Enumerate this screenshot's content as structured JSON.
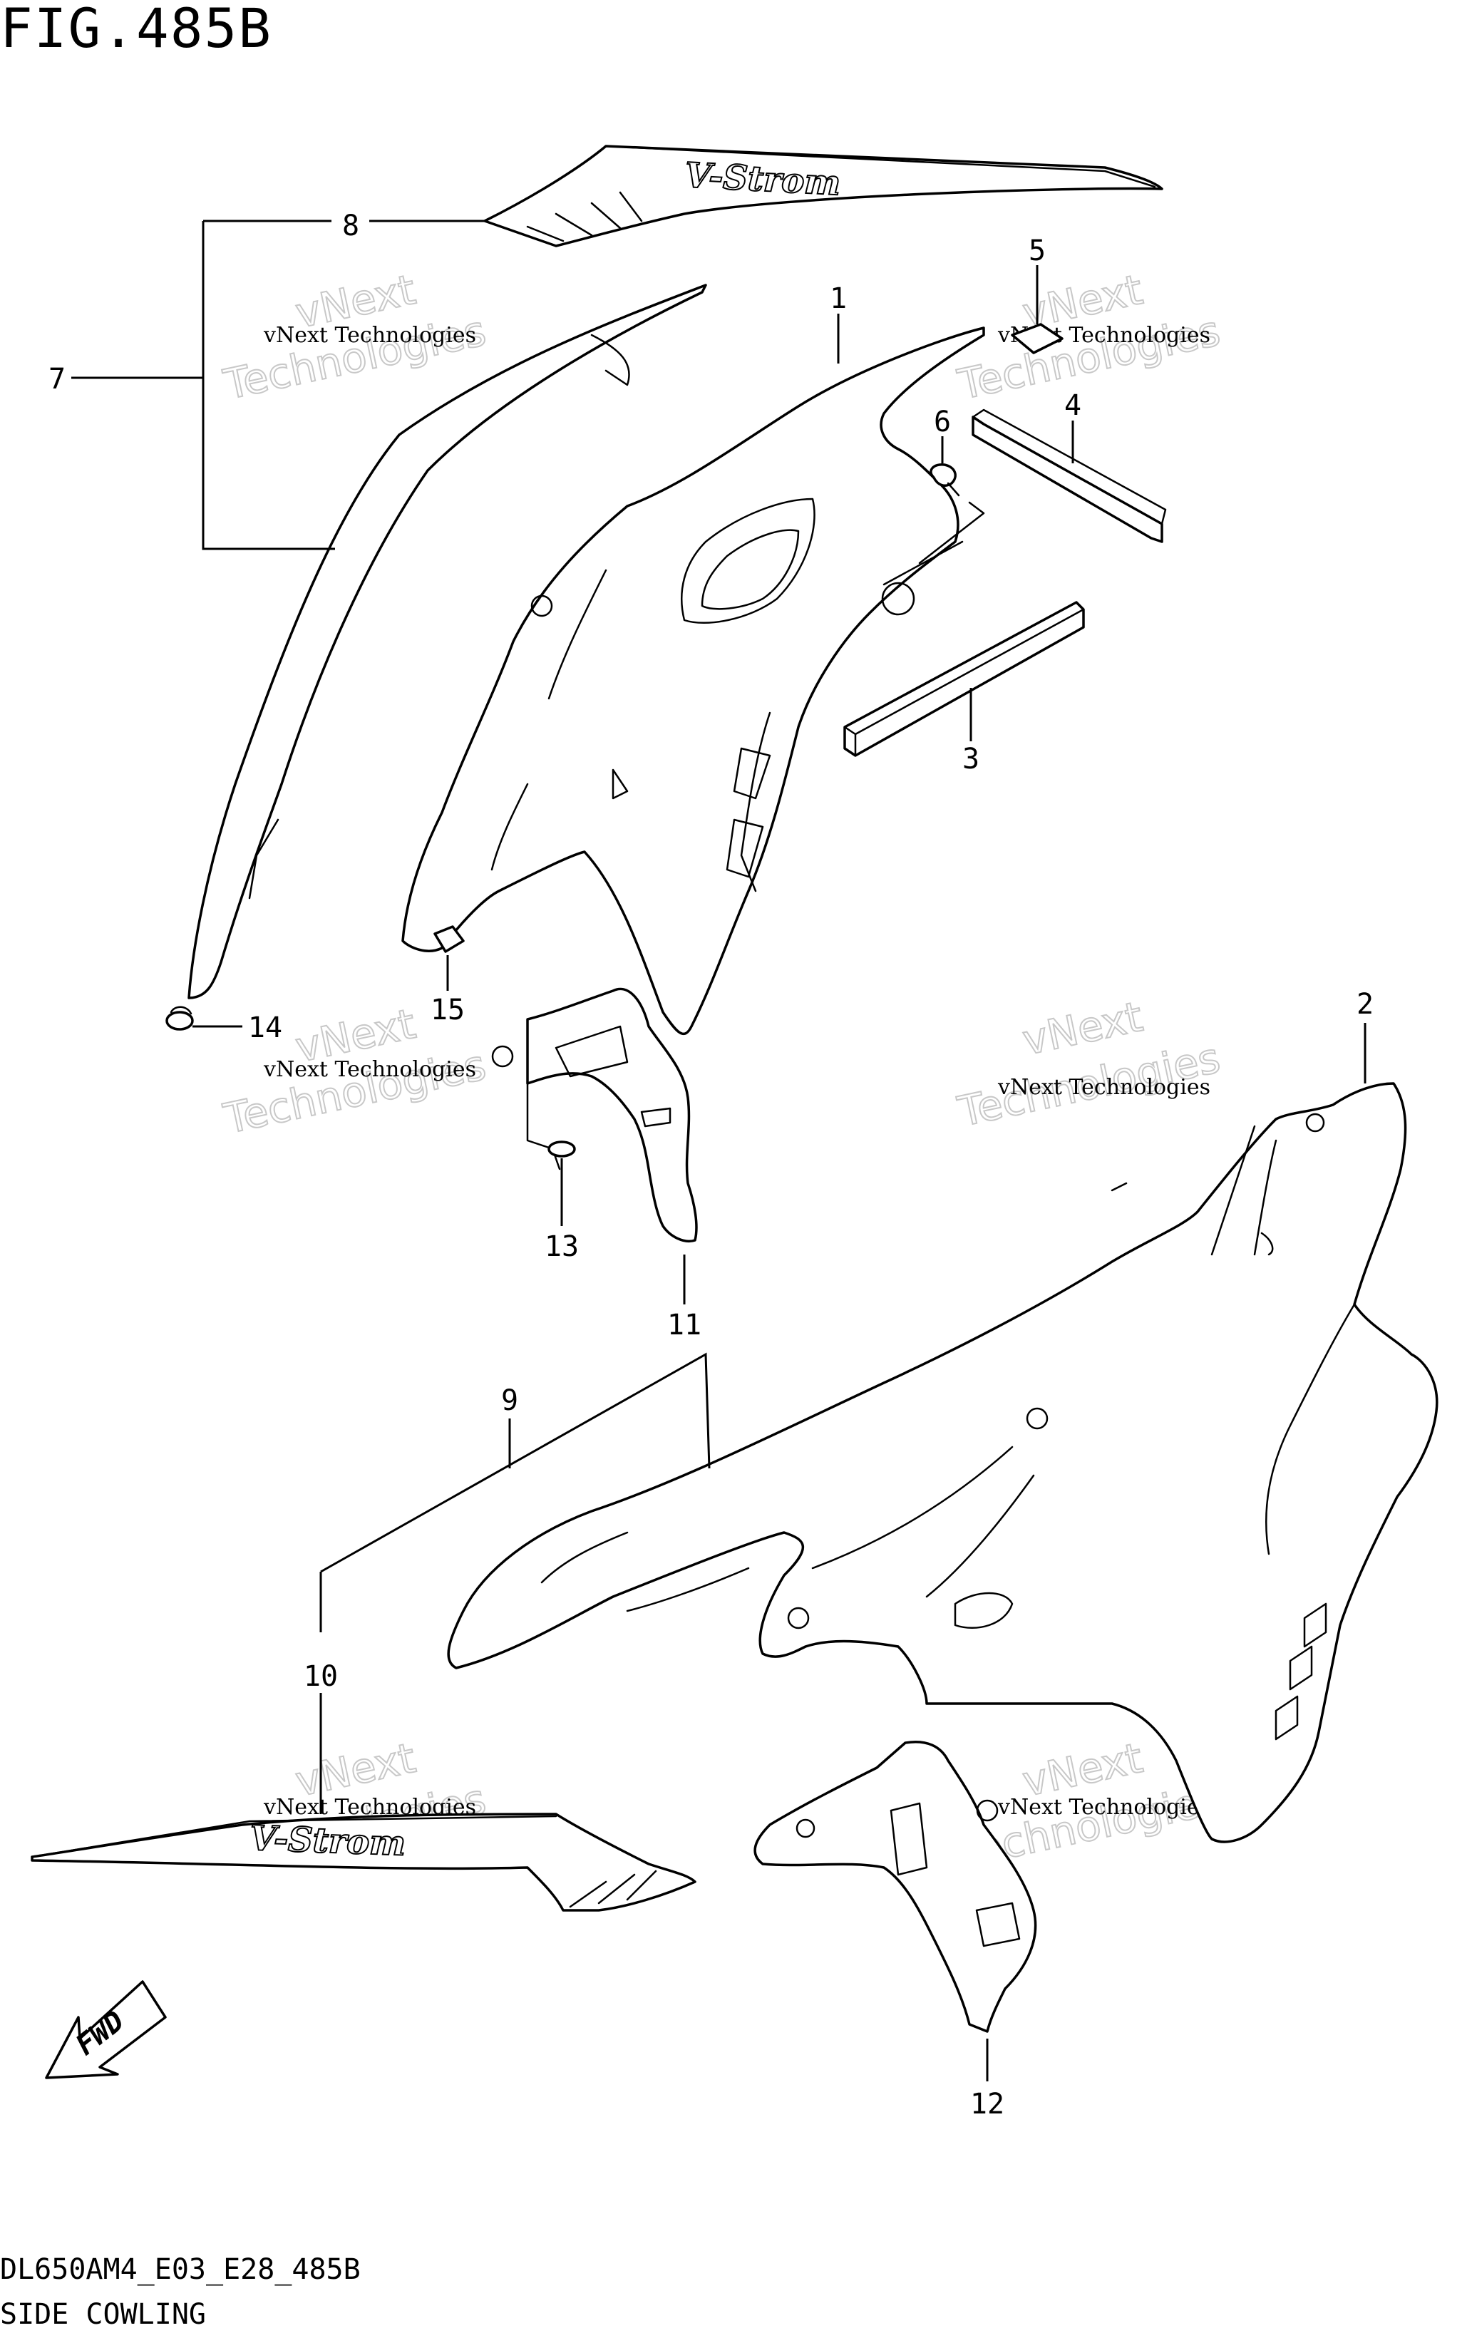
{
  "figure": {
    "title": "FIG.485B",
    "model_code": "DL650AM4_E03_E28_485B",
    "subtitle": "SIDE COWLING"
  },
  "callouts": [
    {
      "id": "1",
      "label": "1"
    },
    {
      "id": "2",
      "label": "2"
    },
    {
      "id": "3",
      "label": "3"
    },
    {
      "id": "4",
      "label": "4"
    },
    {
      "id": "5",
      "label": "5"
    },
    {
      "id": "6",
      "label": "6"
    },
    {
      "id": "7",
      "label": "7"
    },
    {
      "id": "8",
      "label": "8"
    },
    {
      "id": "9",
      "label": "9"
    },
    {
      "id": "10",
      "label": "10"
    },
    {
      "id": "11",
      "label": "11"
    },
    {
      "id": "12",
      "label": "12"
    },
    {
      "id": "13",
      "label": "13"
    },
    {
      "id": "14",
      "label": "14"
    },
    {
      "id": "15",
      "label": "15"
    }
  ],
  "decal_logo": "V-Strom",
  "fwd_label": "FWD",
  "watermark": {
    "line1": "vNext Technologies",
    "big1": "vNext",
    "big2": "Technologies"
  },
  "colors": {
    "ink": "#000000",
    "watermark": "#c8c8c8",
    "paper": "#ffffff"
  }
}
